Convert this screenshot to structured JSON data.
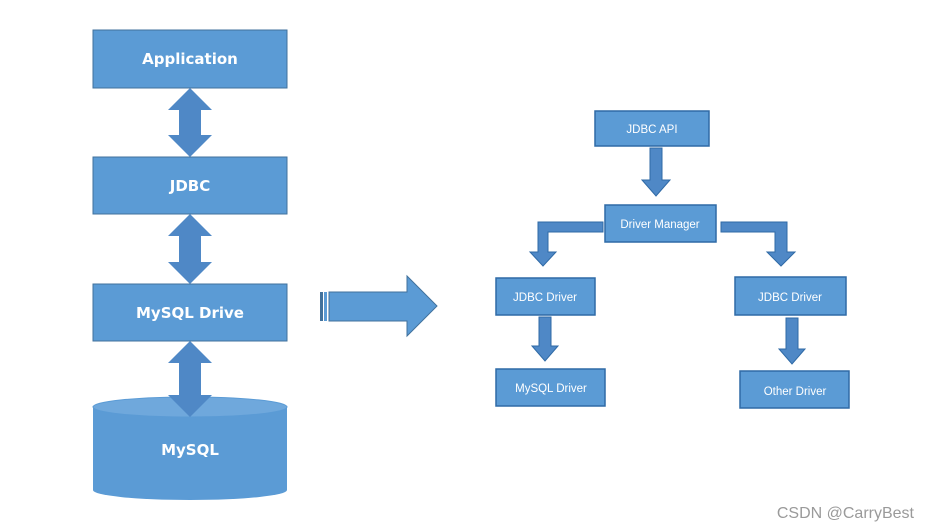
{
  "colors": {
    "box_fill": "#5b9bd5",
    "box_stroke": "#41719c",
    "arrow_fill": "#4f88c6",
    "text": "#ffffff",
    "watermark": "#9a9a9a"
  },
  "left_stack": {
    "application": "Application",
    "jdbc": "JDBC",
    "mysql_drive": "MySQL Drive",
    "mysql_db": "MySQL"
  },
  "right_tree": {
    "jdbc_api": "JDBC API",
    "driver_manager": "Driver Manager",
    "jdbc_driver_left": "JDBC Driver",
    "jdbc_driver_right": "JDBC Driver",
    "mysql_driver": "MySQL Driver",
    "other_driver": "Other Driver"
  },
  "watermark": "CSDN @CarryBest"
}
